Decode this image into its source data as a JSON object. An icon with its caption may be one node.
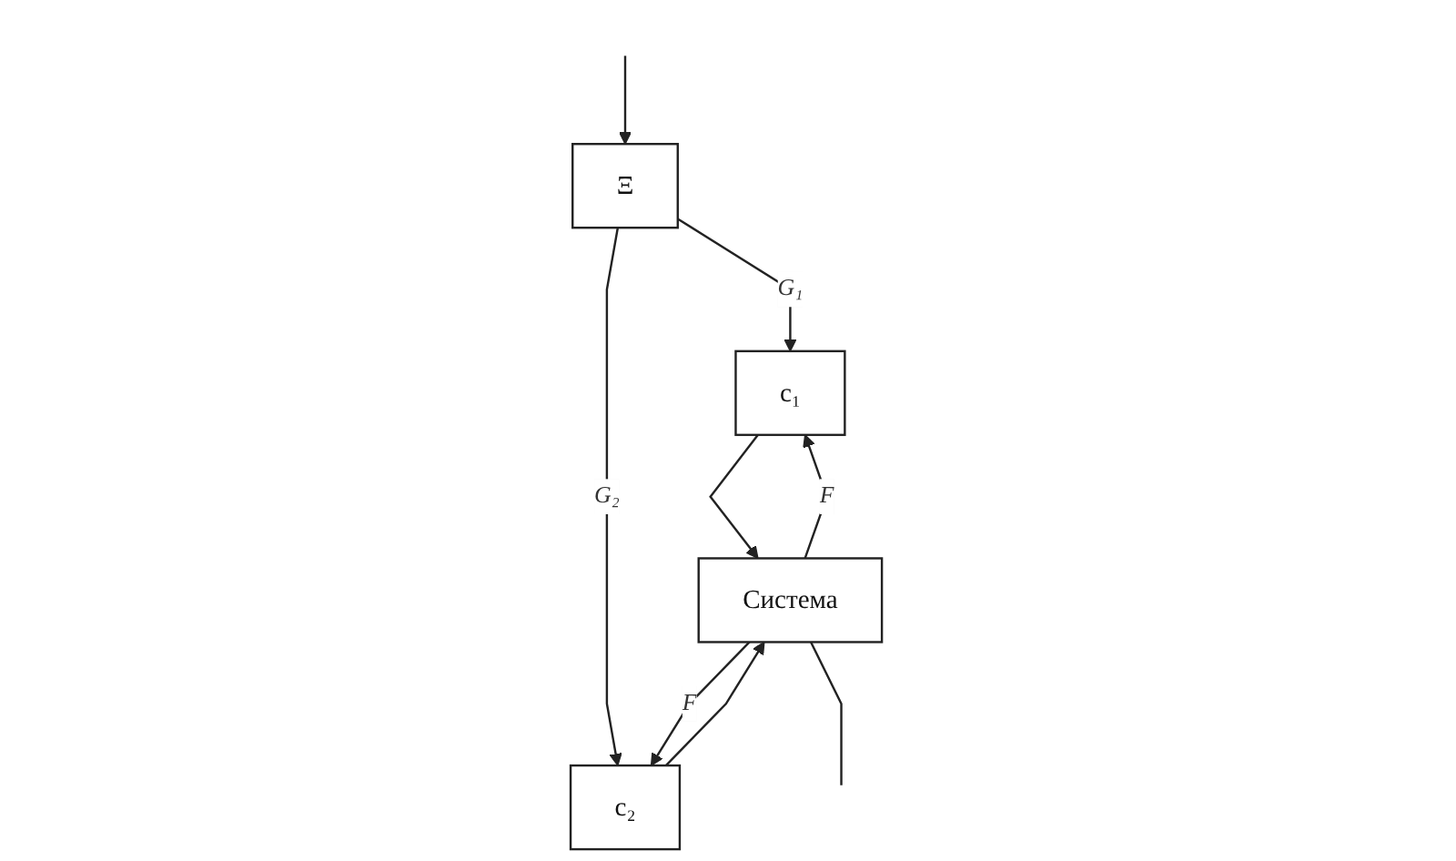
{
  "diagram": {
    "nodes": [
      {
        "text": [
          "Ξ"
        ]
      },
      {
        "text": [
          "c₁"
        ]
      },
      {
        "text": [
          "c₂"
        ]
      },
      {
        "text": [
          "Система"
        ]
      }
    ],
    "edges": [
      {
        "from": null,
        "to": 0,
        "arrow": "to"
      },
      {
        "from": 0,
        "to": 1,
        "arrow": "to",
        "label": "G₁"
      },
      {
        "from": 0,
        "to": 2,
        "arrow": "to",
        "label": "G₂"
      },
      {
        "from": 1,
        "to": 3,
        "arrow": "to"
      },
      {
        "from": 2,
        "to": 3,
        "arrow": "to"
      },
      {
        "from": 3,
        "to": 1,
        "arrow": "to",
        "label": "F"
      },
      {
        "from": 3,
        "to": 2,
        "arrow": "to",
        "label": "F"
      },
      {
        "from": 3,
        "to": null,
        "arrow": "none"
      }
    ]
  }
}
